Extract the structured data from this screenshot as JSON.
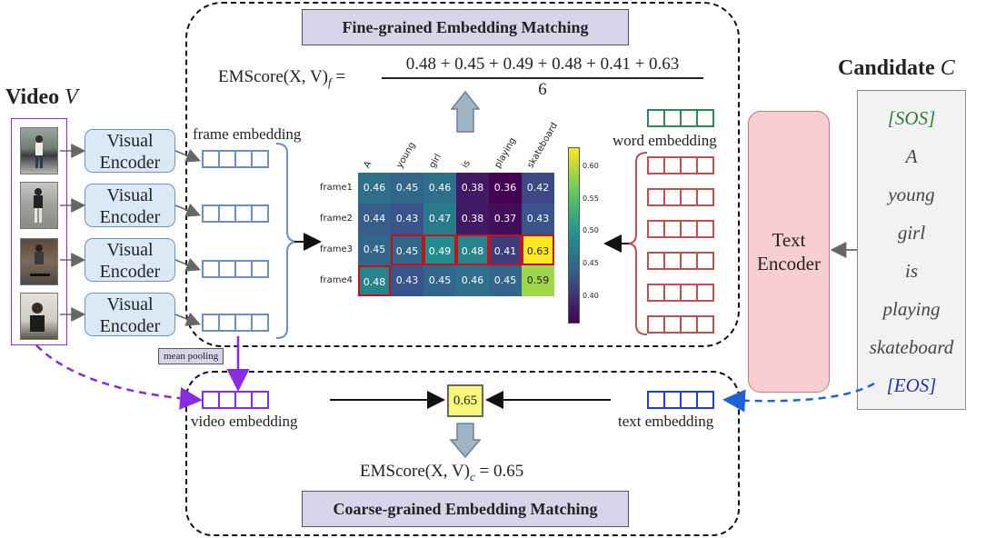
{
  "fine_title": "Fine-grained Embedding Matching",
  "coarse_title": "Coarse-grained Embedding Matching",
  "fine_formula": {
    "lhs": "EMScore(X, V)",
    "sub": "f",
    "eq": " = ",
    "numerator": "0.48 + 0.45 + 0.49 + 0.48 + 0.41 + 0.63",
    "denominator": "6"
  },
  "coarse_formula": {
    "lhs": "EMScore(X, V)",
    "sub": "c",
    "rhs": " = 0.65"
  },
  "video": {
    "title": "Video",
    "var": "V",
    "encoder_label": [
      "Visual",
      "Encoder"
    ]
  },
  "candidate": {
    "title": "Candidate",
    "var": "C",
    "encoder_label": [
      "Text",
      "Encoder"
    ],
    "tokens": [
      "[SOS]",
      "A",
      "young",
      "girl",
      "is",
      "playing",
      "skateboard",
      "[EOS]"
    ]
  },
  "labels": {
    "frame_embedding": "frame embedding",
    "word_embedding": "word embedding",
    "video_embedding": "video embedding",
    "text_embedding": "text embedding",
    "mean_pooling": "mean pooling",
    "coarse_score": "0.65"
  },
  "colors": {
    "frame_emb": "#6d8fc0",
    "word_emb": "#c0504d",
    "word_emb_top": "#2e8b57",
    "video_emb": "#8a2be2",
    "text_emb": "#1f3fbf",
    "sos": "#2e7d32",
    "eos": "#2233aa"
  },
  "heatmap": {
    "columns": [
      "A",
      "young",
      "girl",
      "is",
      "playing",
      "skateboard"
    ],
    "rows": [
      "frame1",
      "frame2",
      "frame3",
      "frame4"
    ],
    "values": [
      [
        0.46,
        0.45,
        0.46,
        0.38,
        0.36,
        0.42
      ],
      [
        0.44,
        0.43,
        0.47,
        0.38,
        0.37,
        0.43
      ],
      [
        0.45,
        0.45,
        0.49,
        0.48,
        0.41,
        0.63
      ],
      [
        0.48,
        0.43,
        0.45,
        0.46,
        0.45,
        0.59
      ]
    ],
    "highlighted": [
      [
        3,
        0
      ],
      [
        2,
        1
      ],
      [
        2,
        2
      ],
      [
        2,
        3
      ],
      [
        2,
        4
      ],
      [
        2,
        5
      ]
    ],
    "colorbar_ticks": [
      "0.60",
      "0.55",
      "0.50",
      "0.45",
      "0.40"
    ],
    "vmin": 0.36,
    "vmax": 0.63
  }
}
